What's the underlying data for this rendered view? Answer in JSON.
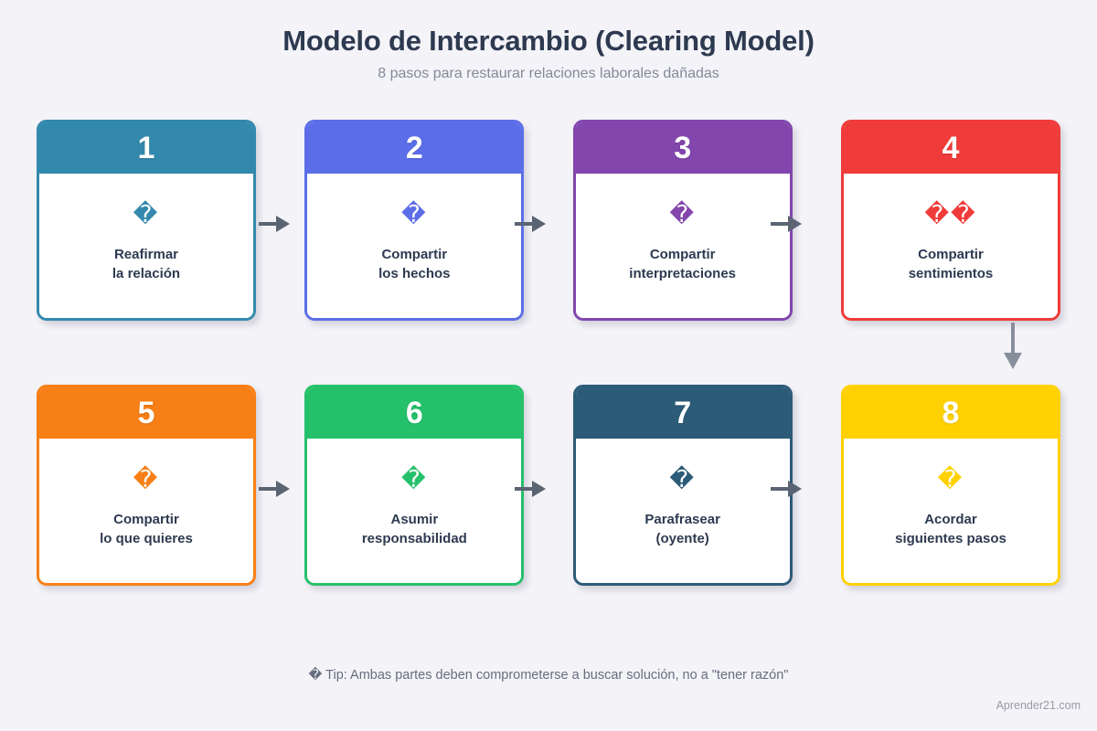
{
  "header": {
    "title": "Modelo de Intercambio (Clearing Model)",
    "subtitle": "8 pasos para restaurar relaciones laborales dañadas"
  },
  "steps": [
    {
      "number": "1",
      "icon": "�",
      "icon_name": "handshake-icon",
      "label_line1": "Reafirmar",
      "label_line2": "la relación",
      "color": "#3389ad"
    },
    {
      "number": "2",
      "icon": "�",
      "icon_name": "clipboard-icon",
      "label_line1": "Compartir",
      "label_line2": "los hechos",
      "color": "#5b6ee8"
    },
    {
      "number": "3",
      "icon": "�",
      "icon_name": "thought-bubble-icon",
      "label_line1": "Compartir",
      "label_line2": "interpretaciones",
      "color": "#8246ad"
    },
    {
      "number": "4",
      "icon": "��",
      "icon_name": "heart-icon",
      "label_line1": "Compartir",
      "label_line2": "sentimientos",
      "color": "#ef3b39"
    },
    {
      "number": "5",
      "icon": "�",
      "icon_name": "target-icon",
      "label_line1": "Compartir",
      "label_line2": "lo que quieres",
      "color": "#f77f15"
    },
    {
      "number": "6",
      "icon": "�",
      "icon_name": "check-icon",
      "label_line1": "Asumir",
      "label_line2": "responsabilidad",
      "color": "#25c16a"
    },
    {
      "number": "7",
      "icon": "�",
      "icon_name": "ear-icon",
      "label_line1": "Parafrasear",
      "label_line2": "(oyente)",
      "color": "#2c5b78"
    },
    {
      "number": "8",
      "icon": "�",
      "icon_name": "calendar-icon",
      "label_line1": "Acordar",
      "label_line2": "siguientes pasos",
      "color": "#ffd100"
    }
  ],
  "footer": {
    "tip": "� Tip: Ambas partes deben comprometerse a buscar solución, no a \"tener razón\"",
    "attribution": "Aprender21.com"
  },
  "colors": {
    "background": "#f4f3f8",
    "title": "#2d3a50",
    "subtitle": "#838b98",
    "arrow": "#5a6472",
    "arrow_vertical": "#878f9c"
  }
}
